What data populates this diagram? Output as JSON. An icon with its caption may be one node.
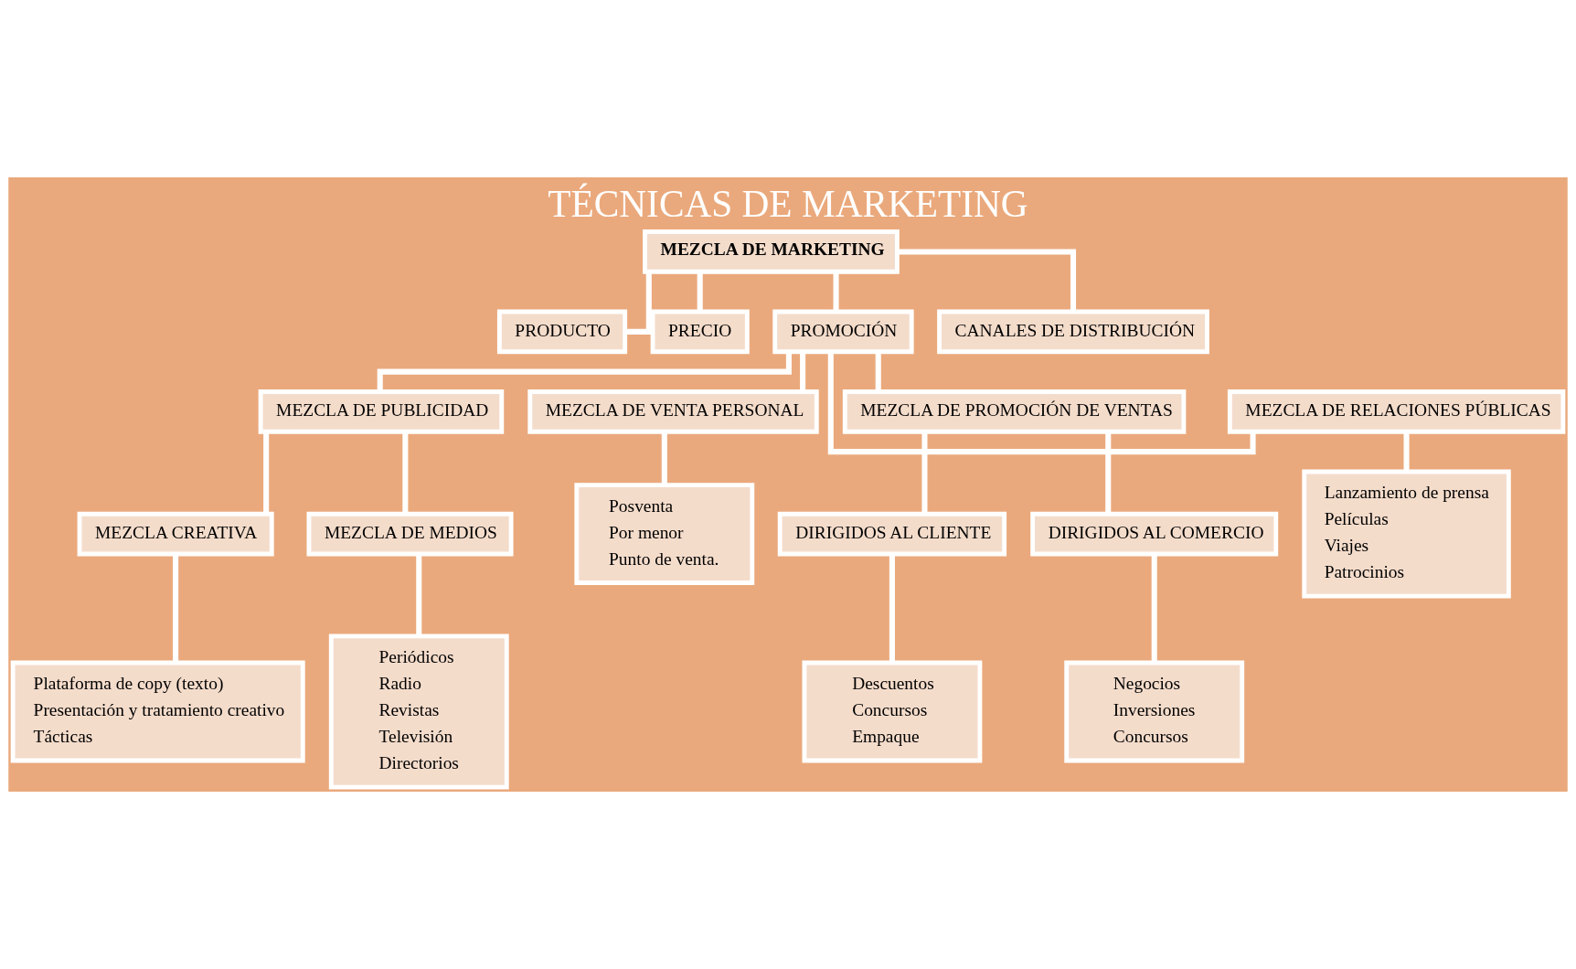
{
  "diagram": {
    "title": "TÉCNICAS DE MARKETING",
    "nodes": [
      {
        "text": [
          "MEZCLA DE MARKETING"
        ]
      },
      {
        "text": [
          "PRODUCTO"
        ]
      },
      {
        "text": [
          "PRECIO"
        ]
      },
      {
        "text": [
          "PROMOCIÓN"
        ]
      },
      {
        "text": [
          "CANALES DE DISTRIBUCIÓN"
        ]
      },
      {
        "text": [
          "MEZCLA DE PUBLICIDAD"
        ]
      },
      {
        "text": [
          "MEZCLA DE VENTA PERSONAL"
        ]
      },
      {
        "text": [
          "MEZCLA DE PROMOCIÓN DE VENTAS"
        ]
      },
      {
        "text": [
          "MEZCLA DE RELACIONES PÚBLICAS"
        ]
      },
      {
        "text": [
          "MEZCLA CREATIVA"
        ]
      },
      {
        "text": [
          "MEZCLA DE MEDIOS"
        ]
      },
      {
        "text": [
          "Posventa",
          "Por menor",
          "Punto de venta."
        ]
      },
      {
        "text": [
          "DIRIGIDOS AL CLIENTE"
        ]
      },
      {
        "text": [
          "DIRIGIDOS AL COMERCIO"
        ]
      },
      {
        "text": [
          "Lanzamiento de prensa",
          "Películas",
          "Viajes",
          "Patrocinios"
        ]
      },
      {
        "text": [
          "Plataforma de copy (texto)",
          "Presentación y tratamiento creativo",
          "Tácticas"
        ]
      },
      {
        "text": [
          "Periódicos",
          "Radio",
          "Revistas",
          "Televisión",
          "Directorios"
        ]
      },
      {
        "text": [
          "Descuentos",
          "Concursos",
          "Empaque"
        ]
      },
      {
        "text": [
          "Negocios",
          "Inversiones",
          "Concursos"
        ]
      }
    ],
    "edges": [
      {
        "from": 0,
        "to": 1,
        "arrow": "none"
      },
      {
        "from": 0,
        "to": 2,
        "arrow": "none"
      },
      {
        "from": 0,
        "to": 3,
        "arrow": "none"
      },
      {
        "from": 0,
        "to": 4,
        "arrow": "none"
      },
      {
        "from": 3,
        "to": 5,
        "arrow": "none"
      },
      {
        "from": 3,
        "to": 6,
        "arrow": "none"
      },
      {
        "from": 3,
        "to": 7,
        "arrow": "none"
      },
      {
        "from": 3,
        "to": 8,
        "arrow": "none"
      },
      {
        "from": 5,
        "to": 9,
        "arrow": "none"
      },
      {
        "from": 5,
        "to": 10,
        "arrow": "none"
      },
      {
        "from": 6,
        "to": 11,
        "arrow": "none"
      },
      {
        "from": 7,
        "to": 12,
        "arrow": "none"
      },
      {
        "from": 7,
        "to": 13,
        "arrow": "none"
      },
      {
        "from": 8,
        "to": 14,
        "arrow": "none"
      },
      {
        "from": 9,
        "to": 15,
        "arrow": "none"
      },
      {
        "from": 10,
        "to": 16,
        "arrow": "none"
      },
      {
        "from": 12,
        "to": 17,
        "arrow": "none"
      },
      {
        "from": 13,
        "to": 18,
        "arrow": "none"
      }
    ]
  }
}
